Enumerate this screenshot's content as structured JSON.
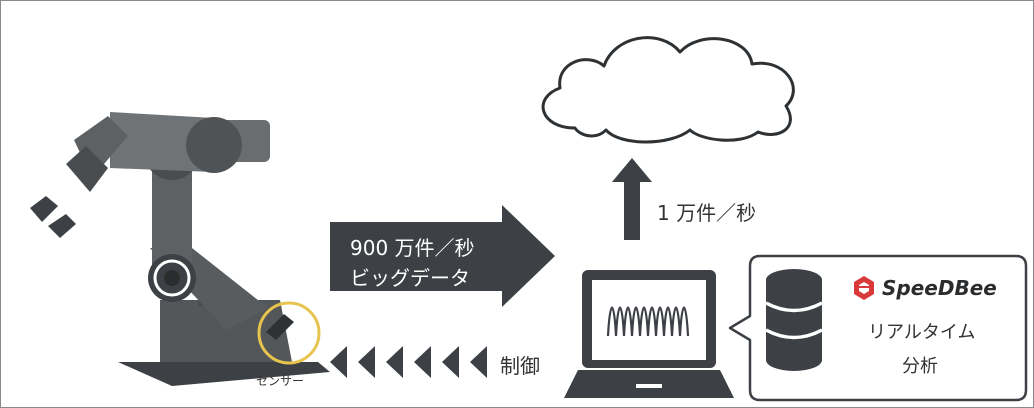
{
  "diagram": {
    "big_data_arrow": {
      "line1": "900 万件／秒",
      "line2": "ビッグデータ"
    },
    "cloud_arrow_label": "1 万件／秒",
    "control_label": "制御",
    "sensor_label": "センサー",
    "speedbee": {
      "brand": "SpeeDBee",
      "line1": "リアルタイム",
      "line2": "分析"
    },
    "colors": {
      "dark": "#3d4145",
      "robot": "#54575a",
      "sensor_ring": "#e6c44e",
      "brand_red": "#d83a3a"
    }
  }
}
